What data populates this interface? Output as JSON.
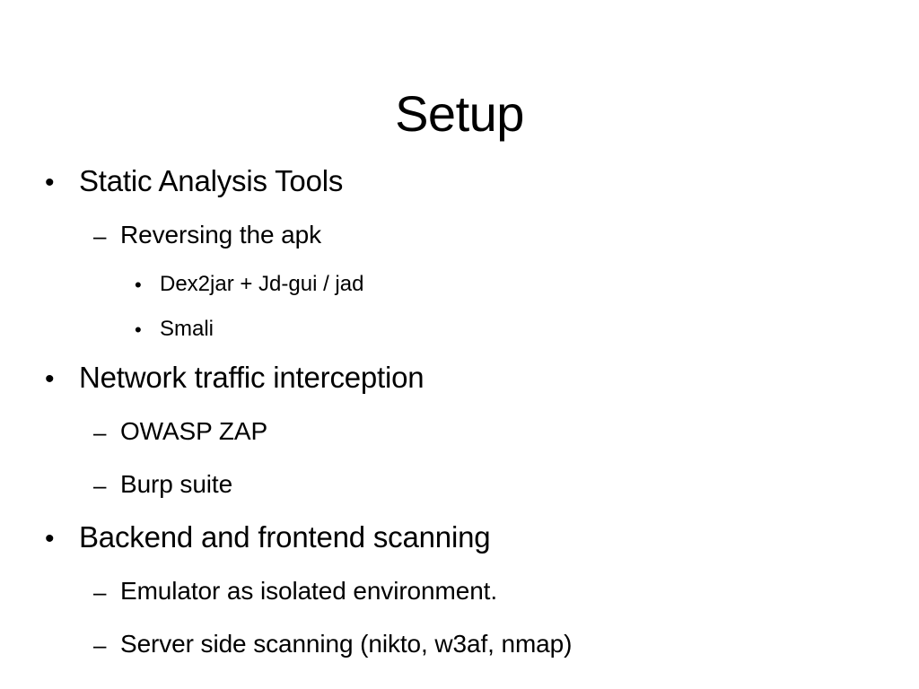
{
  "slide": {
    "title": "Setup",
    "background_color": "#ffffff",
    "text_color": "#000000",
    "markers": {
      "level1": "•",
      "level2": "–",
      "level3": "•"
    },
    "bullets": [
      {
        "level": 1,
        "marker": "•",
        "text": "Static Analysis Tools"
      },
      {
        "level": 2,
        "marker": "–",
        "text": "Reversing the apk"
      },
      {
        "level": 3,
        "marker": "•",
        "text": "Dex2jar + Jd-gui / jad"
      },
      {
        "level": 3,
        "marker": "•",
        "text": "Smali"
      },
      {
        "level": 1,
        "marker": "•",
        "text": "Network traffic interception"
      },
      {
        "level": 2,
        "marker": "–",
        "text": "OWASP ZAP"
      },
      {
        "level": 2,
        "marker": "–",
        "text": "Burp suite"
      },
      {
        "level": 1,
        "marker": "•",
        "text": "Backend and frontend scanning"
      },
      {
        "level": 2,
        "marker": "–",
        "text": "Emulator as isolated environment."
      },
      {
        "level": 2,
        "marker": "–",
        "text": "Server side scanning (nikto, w3af, nmap)"
      }
    ]
  }
}
